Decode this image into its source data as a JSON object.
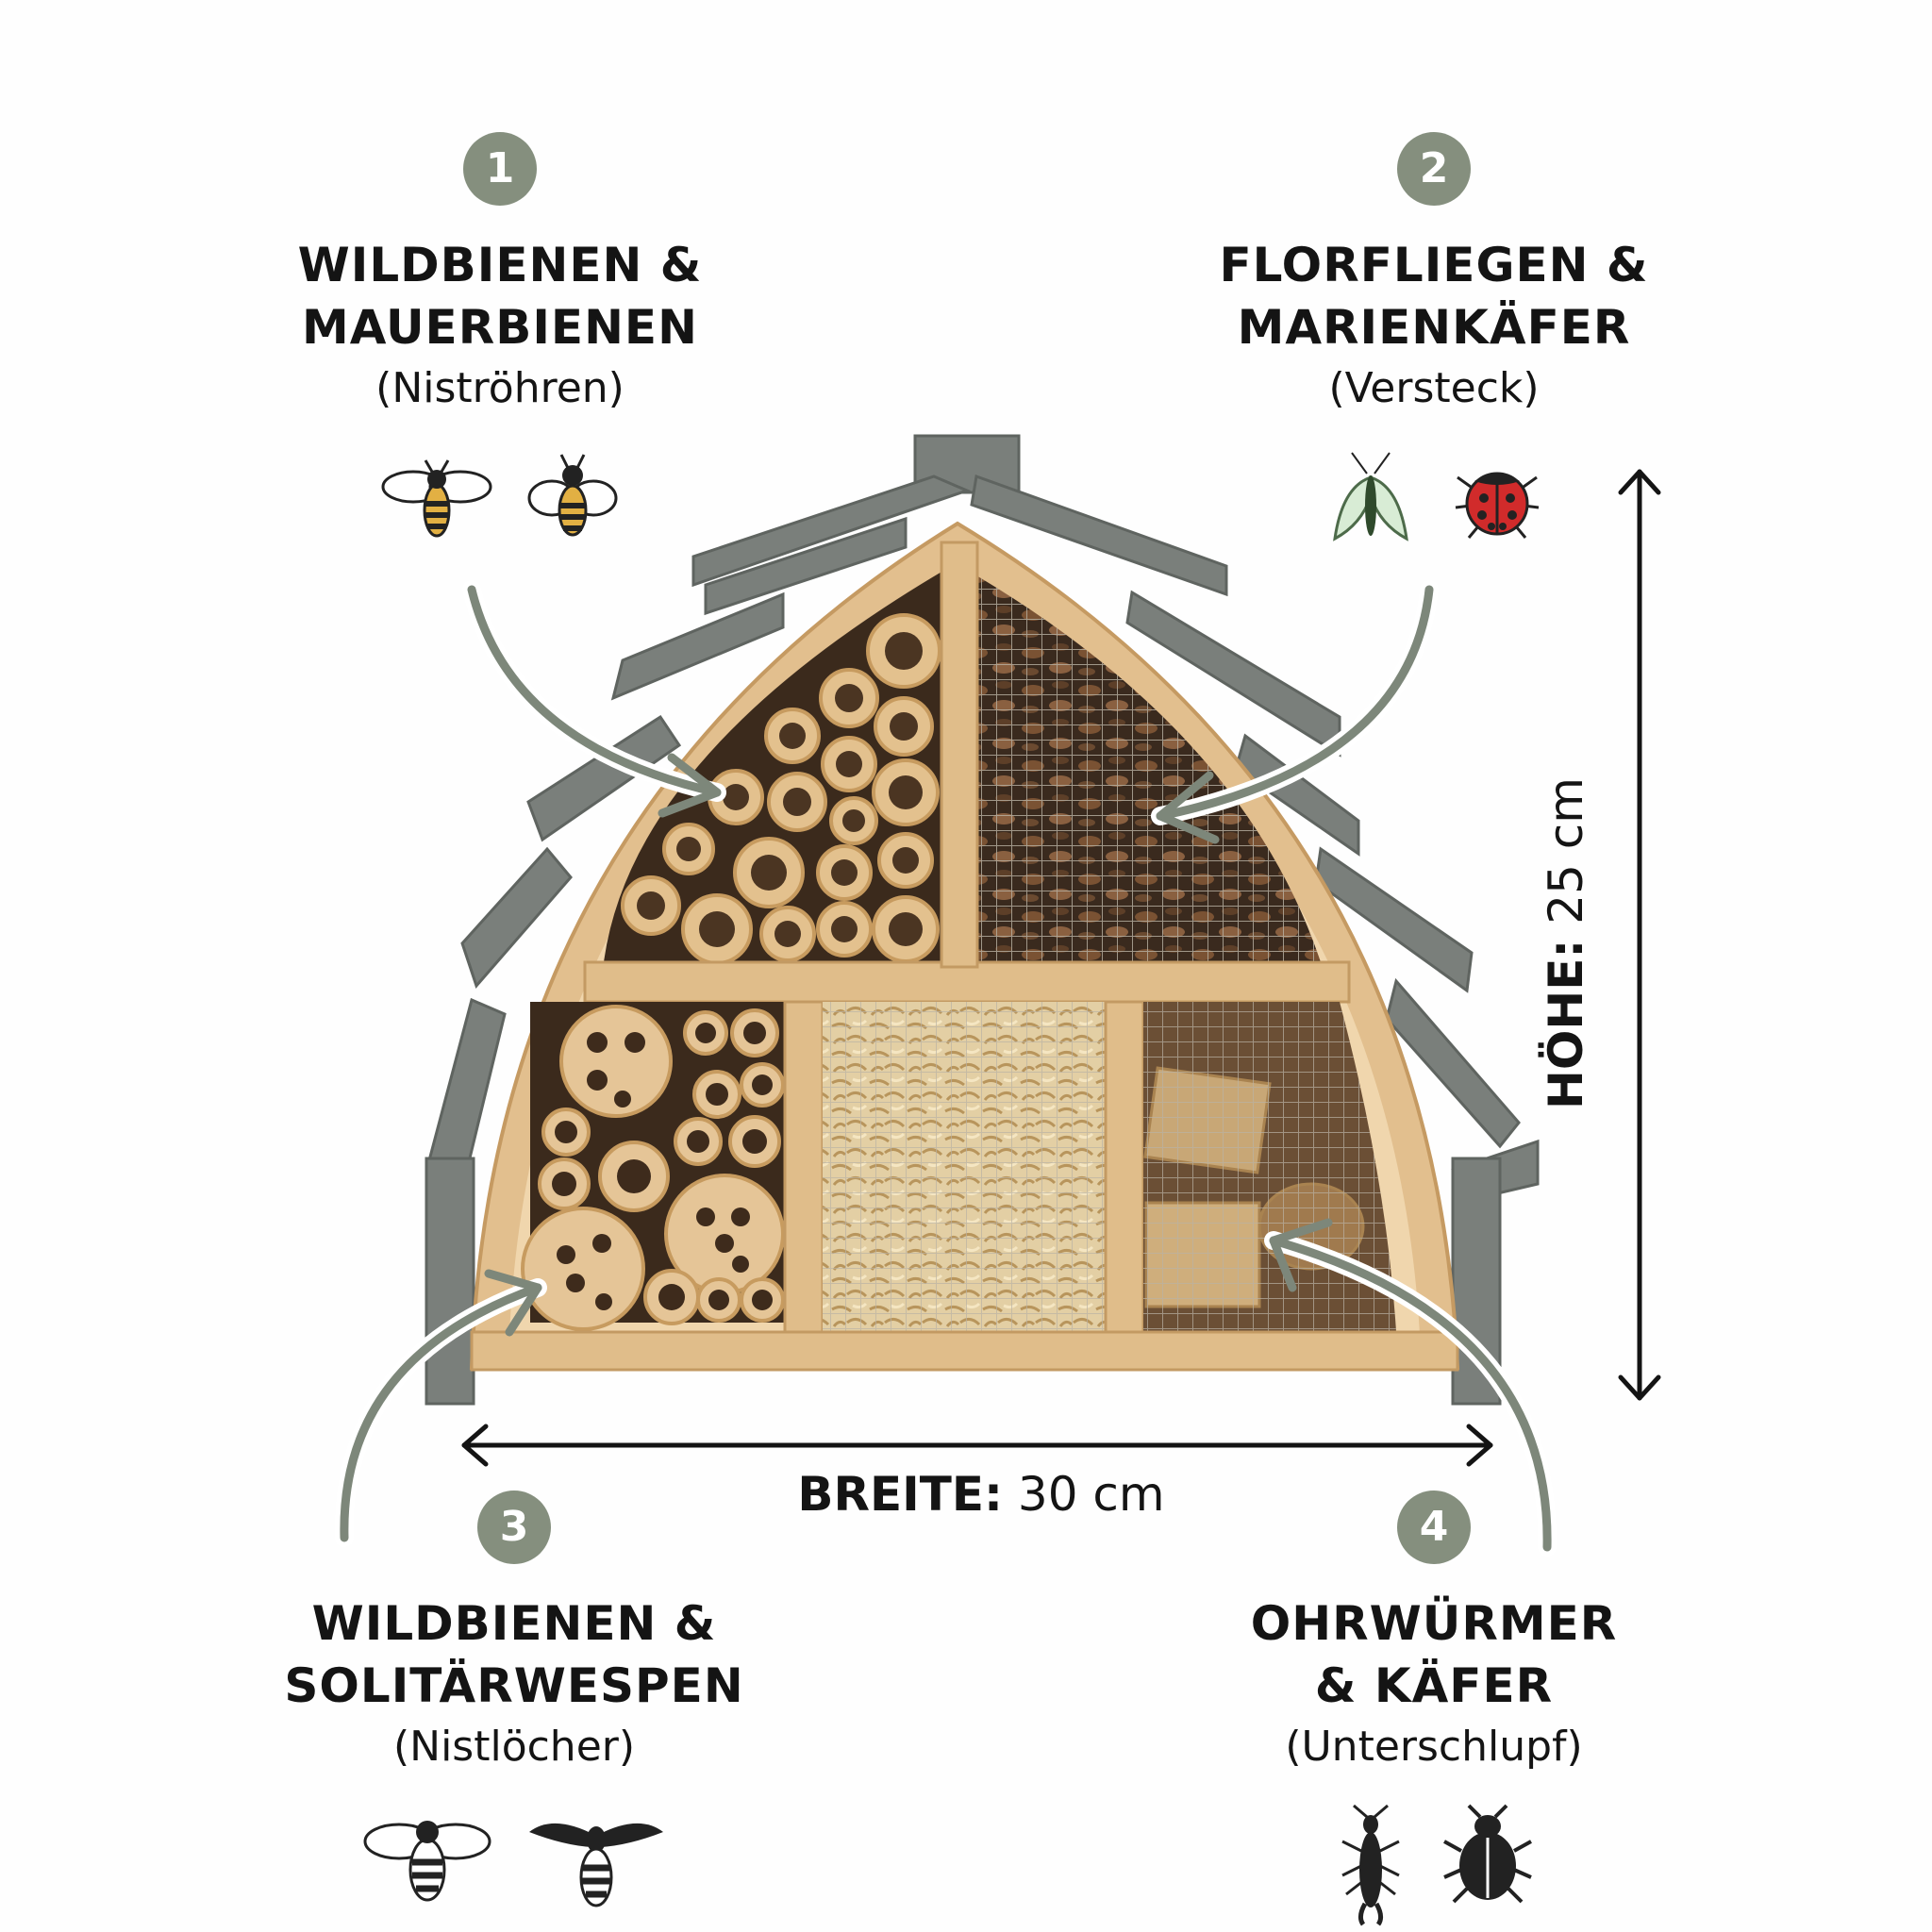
{
  "sections": [
    {
      "number": "1",
      "title_line1": "WILDBIENEN &",
      "title_line2": "MAUERBIENEN",
      "subtitle": "(Niströhren)",
      "icons": [
        "bee-icon",
        "wasp-bee-icon"
      ]
    },
    {
      "number": "2",
      "title_line1": "FLORFLIEGEN &",
      "title_line2": "MARIENKÄFER",
      "subtitle": "(Versteck)",
      "icons": [
        "lacewing-icon",
        "ladybug-icon"
      ]
    },
    {
      "number": "3",
      "title_line1": "WILDBIENEN &",
      "title_line2": "SOLITÄRWESPEN",
      "subtitle": "(Nistlöcher)",
      "icons": [
        "bee-icon",
        "wasp-icon"
      ]
    },
    {
      "number": "4",
      "title_line1": "OHRWÜRMER",
      "title_line2": "& KÄFER",
      "subtitle": "(Unterschlupf)",
      "icons": [
        "earwig-icon",
        "beetle-icon"
      ]
    }
  ],
  "dimensions": {
    "width_label": "BREITE:",
    "width_value": "30 cm",
    "height_label": "HÖHE:",
    "height_value": "25 cm"
  },
  "colors": {
    "badge": "#858f7e",
    "arrow": "#7d877a",
    "roof": "#7a7f7b",
    "wood": "#e4c497",
    "text": "#141414"
  }
}
